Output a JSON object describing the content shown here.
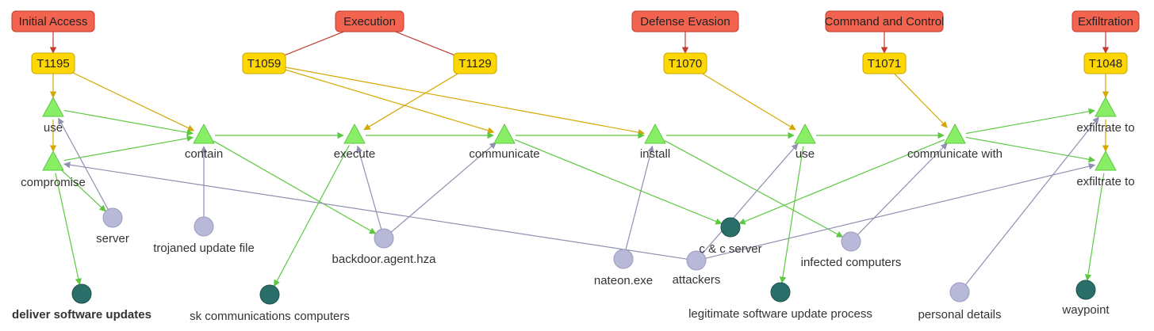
{
  "colors": {
    "tactic_fill": "#f26450",
    "technique_fill": "#ffd700",
    "action_fill": "#88ee66",
    "entity_fill": "#b8b8d8",
    "target_fill": "#2a6e6a",
    "tactic_edge": "#c23a2a",
    "technique_edge": "#d4a800",
    "flow_edge": "#5cc842",
    "entity_edge": "#9090b0"
  },
  "tactics": [
    {
      "id": "ia",
      "label": "Initial Access"
    },
    {
      "id": "ex",
      "label": "Execution"
    },
    {
      "id": "de",
      "label": "Defense Evasion"
    },
    {
      "id": "cc",
      "label": "Command and Control"
    },
    {
      "id": "exf",
      "label": "Exfiltration"
    }
  ],
  "techniques": [
    {
      "id": "t1195",
      "label": "T1195"
    },
    {
      "id": "t1059",
      "label": "T1059"
    },
    {
      "id": "t1129",
      "label": "T1129"
    },
    {
      "id": "t1070",
      "label": "T1070"
    },
    {
      "id": "t1071",
      "label": "T1071"
    },
    {
      "id": "t1048",
      "label": "T1048"
    }
  ],
  "actions": [
    {
      "id": "use1",
      "label": "use"
    },
    {
      "id": "compromise",
      "label": "compromise"
    },
    {
      "id": "contain",
      "label": "contain"
    },
    {
      "id": "execute",
      "label": "execute"
    },
    {
      "id": "communicate",
      "label": "communicate"
    },
    {
      "id": "install",
      "label": "install"
    },
    {
      "id": "use2",
      "label": "use"
    },
    {
      "id": "commwith",
      "label": "communicate with"
    },
    {
      "id": "exf1",
      "label": "exfiltrate to"
    },
    {
      "id": "exf2",
      "label": "exfiltrate to"
    }
  ],
  "entities": [
    {
      "id": "server",
      "label": "server",
      "kind": "entity"
    },
    {
      "id": "trojaned",
      "label": "trojaned update file",
      "kind": "entity"
    },
    {
      "id": "backdoor",
      "label": "backdoor.agent.hza",
      "kind": "entity"
    },
    {
      "id": "nateon",
      "label": "nateon.exe",
      "kind": "entity"
    },
    {
      "id": "attackers",
      "label": "attackers",
      "kind": "entity"
    },
    {
      "id": "infected",
      "label": "infected computers",
      "kind": "entity"
    },
    {
      "id": "personal",
      "label": "personal details",
      "kind": "entity"
    },
    {
      "id": "deliver",
      "label": "deliver software updates",
      "kind": "target",
      "bold": true
    },
    {
      "id": "skcomm",
      "label": "sk communications computers",
      "kind": "target"
    },
    {
      "id": "ccserver",
      "label": "c & c server",
      "kind": "target"
    },
    {
      "id": "legit",
      "label": "legitimate software update process",
      "kind": "target"
    },
    {
      "id": "waypoint",
      "label": "waypoint",
      "kind": "target"
    }
  ]
}
